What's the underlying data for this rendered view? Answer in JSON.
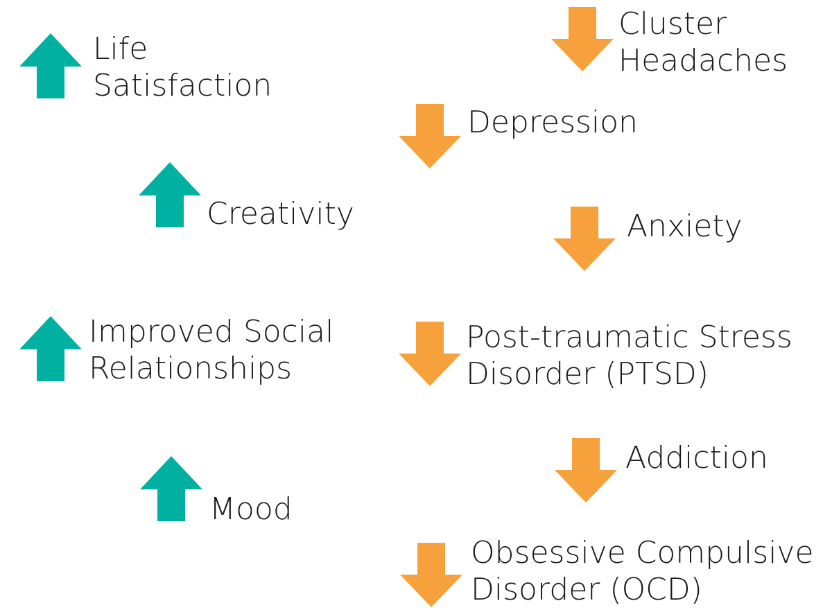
{
  "colors": {
    "increase_arrow": "#00b1a1",
    "decrease_arrow": "#f7a13c",
    "text": "#1a1a1a"
  },
  "increases": [
    {
      "icon": "arrow-up-icon",
      "lines": [
        "Life",
        "Satisfaction"
      ]
    },
    {
      "icon": "arrow-up-icon",
      "lines": [
        "Creativity"
      ]
    },
    {
      "icon": "arrow-up-icon",
      "lines": [
        "Improved Social",
        "Relationships"
      ]
    },
    {
      "icon": "arrow-up-icon",
      "lines": [
        "Mood"
      ]
    }
  ],
  "decreases": [
    {
      "icon": "arrow-down-icon",
      "lines": [
        "Cluster",
        "Headaches"
      ]
    },
    {
      "icon": "arrow-down-icon",
      "lines": [
        "Depression"
      ]
    },
    {
      "icon": "arrow-down-icon",
      "lines": [
        "Anxiety"
      ]
    },
    {
      "icon": "arrow-down-icon",
      "lines": [
        "Post-traumatic Stress",
        "Disorder (PTSD)"
      ]
    },
    {
      "icon": "arrow-down-icon",
      "lines": [
        "Addiction"
      ]
    },
    {
      "icon": "arrow-down-icon",
      "lines": [
        "Obsessive Compulsive",
        "Disorder (OCD)"
      ]
    }
  ]
}
